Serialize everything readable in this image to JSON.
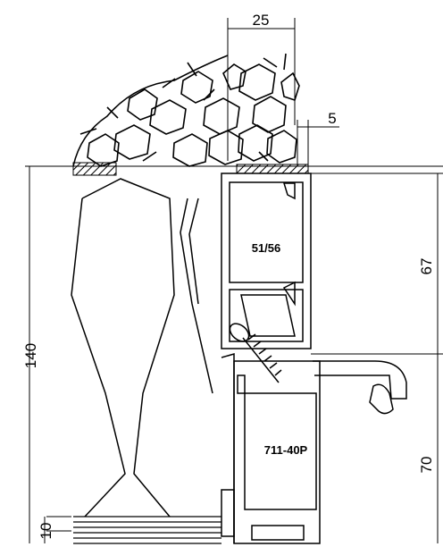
{
  "dimensions": {
    "top_width": "25",
    "gap": "5",
    "total_height": "140",
    "upper_profile_height": "67",
    "lower_profile_height": "70",
    "bottom_offset": "10"
  },
  "profiles": {
    "upper": "51/56",
    "lower": "711-40P"
  },
  "colors": {
    "line": "#000000",
    "background": "#ffffff"
  }
}
